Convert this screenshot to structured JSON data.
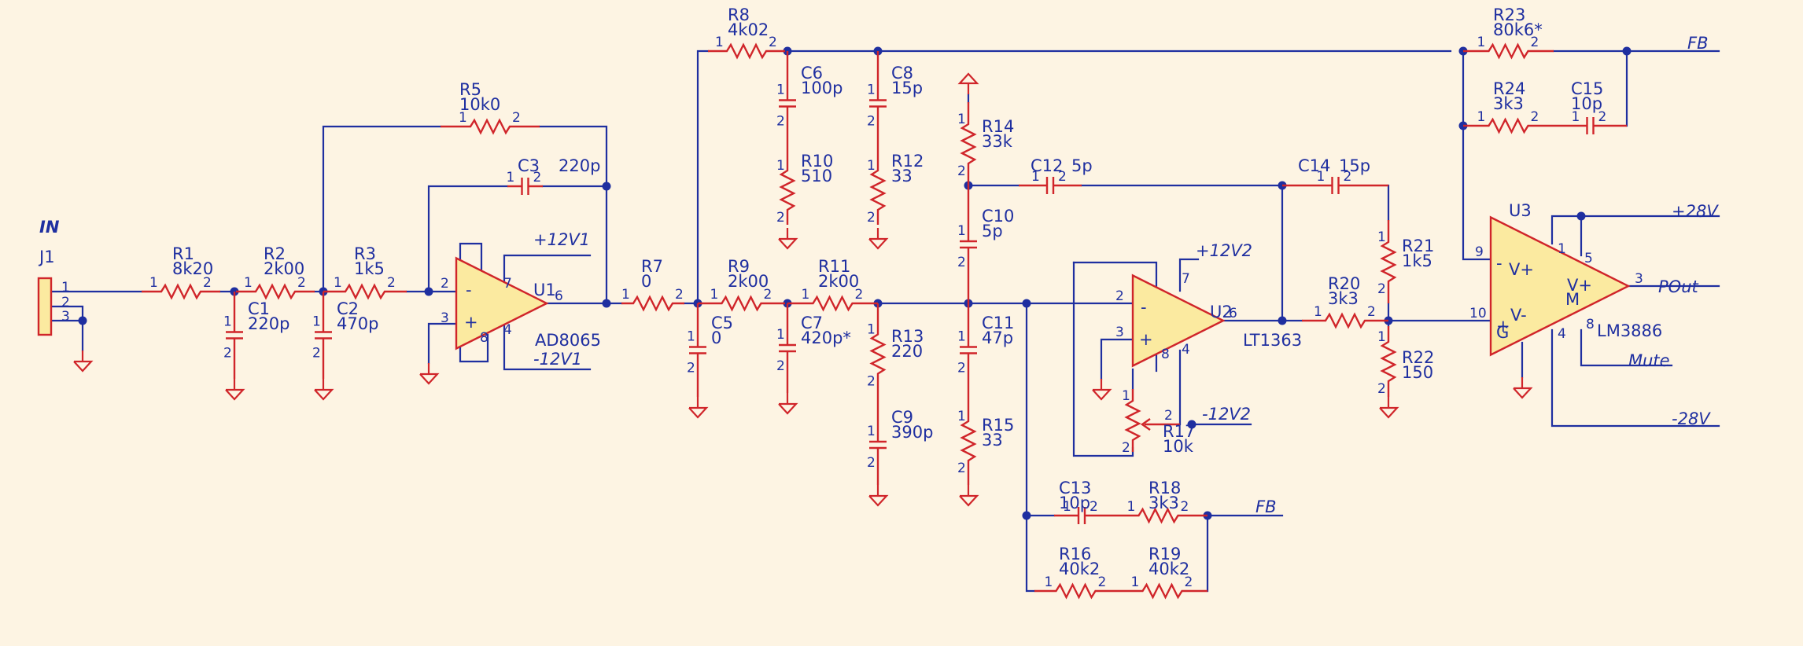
{
  "title": "IN",
  "connector": {
    "ref": "J1",
    "pins": [
      "1",
      "2",
      "3"
    ]
  },
  "resistors": [
    {
      "ref": "R1",
      "value": "8k20"
    },
    {
      "ref": "R2",
      "value": "2k00"
    },
    {
      "ref": "R3",
      "value": "1k5"
    },
    {
      "ref": "R5",
      "value": "10k0"
    },
    {
      "ref": "R7",
      "value": "0"
    },
    {
      "ref": "R8",
      "value": "4k02"
    },
    {
      "ref": "R9",
      "value": "2k00"
    },
    {
      "ref": "R10",
      "value": "510"
    },
    {
      "ref": "R11",
      "value": "2k00"
    },
    {
      "ref": "R12",
      "value": "33"
    },
    {
      "ref": "R13",
      "value": "220"
    },
    {
      "ref": "R14",
      "value": "33k"
    },
    {
      "ref": "R15",
      "value": "33"
    },
    {
      "ref": "R16",
      "value": "40k2"
    },
    {
      "ref": "R17",
      "value": "10k"
    },
    {
      "ref": "R18",
      "value": "3k3"
    },
    {
      "ref": "R19",
      "value": "40k2"
    },
    {
      "ref": "R20",
      "value": "3k3"
    },
    {
      "ref": "R21",
      "value": "1k5"
    },
    {
      "ref": "R22",
      "value": "150"
    },
    {
      "ref": "R23",
      "value": "80k6*"
    },
    {
      "ref": "R24",
      "value": "3k3"
    }
  ],
  "capacitors": [
    {
      "ref": "C1",
      "value": "220p"
    },
    {
      "ref": "C2",
      "value": "470p"
    },
    {
      "ref": "C3",
      "value": "220p"
    },
    {
      "ref": "C5",
      "value": "0"
    },
    {
      "ref": "C6",
      "value": "100p"
    },
    {
      "ref": "C7",
      "value": "420p*"
    },
    {
      "ref": "C8",
      "value": "15p"
    },
    {
      "ref": "C9",
      "value": "390p"
    },
    {
      "ref": "C10",
      "value": "5p"
    },
    {
      "ref": "C11",
      "value": "47p"
    },
    {
      "ref": "C12",
      "value": "5p"
    },
    {
      "ref": "C13",
      "value": "10p"
    },
    {
      "ref": "C14",
      "value": "15p"
    },
    {
      "ref": "C15",
      "value": "10p"
    }
  ],
  "opamps": [
    {
      "ref": "U1",
      "part": "AD8065",
      "vpos": "+12V1",
      "vneg": "-12V1"
    },
    {
      "ref": "U2",
      "part": "LT1363",
      "vpos": "+12V2",
      "vneg": "-12V2"
    },
    {
      "ref": "U3",
      "part": "LM3886",
      "vpos": "+28V",
      "vneg": "-28V"
    }
  ],
  "nets": {
    "fb": "FB",
    "pout": "POut",
    "mute": "Mute"
  },
  "u3_pins": {
    "vp": "V+",
    "vm": "V-",
    "m": "M",
    "g": "G",
    "vp2": "V+"
  },
  "colors": {
    "background": "#fdf4e3",
    "wire": "#1f2fa0",
    "part": "#d0252a",
    "opamp_fill": "#fbeaa0"
  }
}
